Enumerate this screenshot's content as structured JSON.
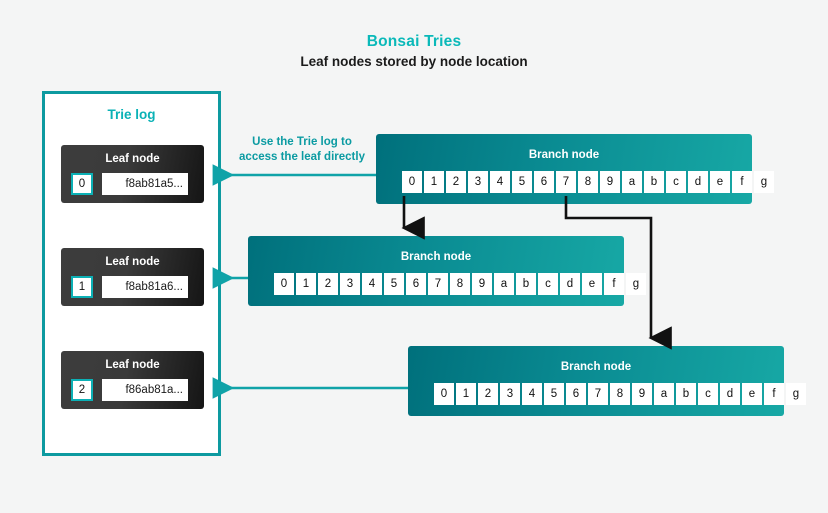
{
  "header": {
    "title": "Bonsai Tries",
    "subtitle": "Leaf nodes stored by node location",
    "title_color": "#0ab9b9"
  },
  "trie_log": {
    "panel_label": "Trie log",
    "border_color": "#0d9aa0",
    "leaf_nodes": [
      {
        "title": "Leaf node",
        "index": "0",
        "hash": "f8ab81a5..."
      },
      {
        "title": "Leaf node",
        "index": "1",
        "hash": "f8ab81a6..."
      },
      {
        "title": "Leaf node",
        "index": "2",
        "hash": "f86ab81a..."
      }
    ]
  },
  "annotation": {
    "line1": "Use the Trie log to",
    "line2": "access the leaf directly",
    "color": "#0b9ba2"
  },
  "branch_nodes": [
    {
      "title": "Branch node",
      "cells": [
        "0",
        "1",
        "2",
        "3",
        "4",
        "5",
        "6",
        "7",
        "8",
        "9",
        "a",
        "b",
        "c",
        "d",
        "e",
        "f",
        "g"
      ]
    },
    {
      "title": "Branch node",
      "cells": [
        "0",
        "1",
        "2",
        "3",
        "4",
        "5",
        "6",
        "7",
        "8",
        "9",
        "a",
        "b",
        "c",
        "d",
        "e",
        "f",
        "g"
      ]
    },
    {
      "title": "Branch node",
      "cells": [
        "0",
        "1",
        "2",
        "3",
        "4",
        "5",
        "6",
        "7",
        "8",
        "9",
        "a",
        "b",
        "c",
        "d",
        "e",
        "f",
        "g"
      ]
    }
  ],
  "colors": {
    "background": "#f4f5f5",
    "teal_dark": "#00707c",
    "teal_light": "#17a8a5",
    "teal_accent": "#0cb0b5",
    "leaf_dark": "#3d3d3d",
    "arrow_black": "#111111"
  }
}
